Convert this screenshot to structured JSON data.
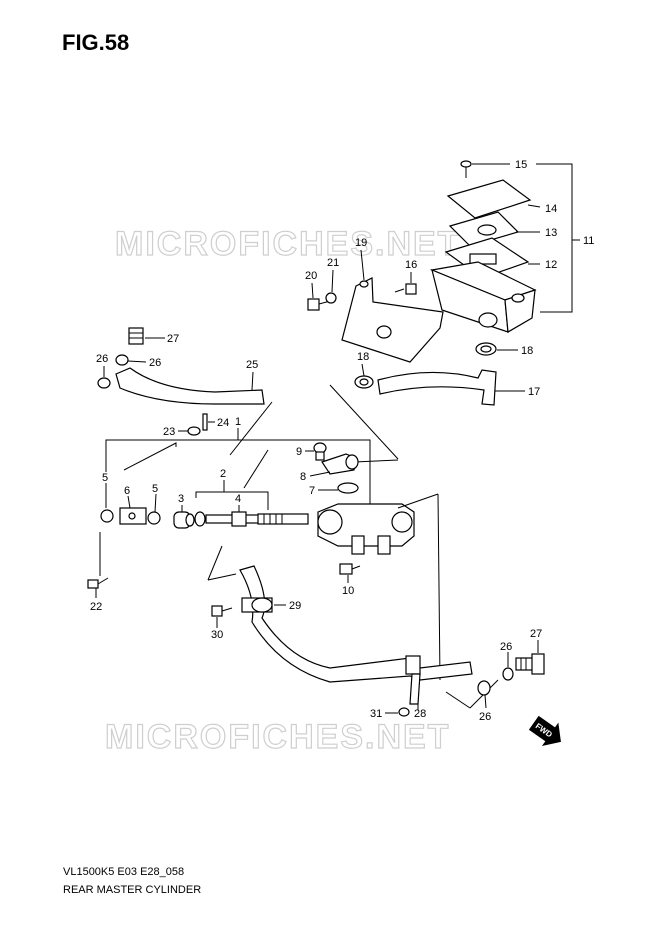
{
  "figure": {
    "title": "FIG.58",
    "model_code": "VL1500K5 E03 E28_058",
    "sheet_title": "REAR MASTER CYLINDER",
    "watermark": "MICROFICHES.NET",
    "fwd_label": "FWD"
  },
  "callouts": {
    "c1": "1",
    "c2": "2",
    "c3": "3",
    "c4": "4",
    "c5a": "5",
    "c5b": "5",
    "c6": "6",
    "c7": "7",
    "c8": "8",
    "c9": "9",
    "c10": "10",
    "c11": "11",
    "c12": "12",
    "c13": "13",
    "c14": "14",
    "c15": "15",
    "c16": "16",
    "c17": "17",
    "c18a": "18",
    "c18b": "18",
    "c19": "19",
    "c20": "20",
    "c21": "21",
    "c22": "22",
    "c23": "23",
    "c24": "24",
    "c25": "25",
    "c26a": "26",
    "c26b": "26",
    "c26c": "26",
    "c26d": "26",
    "c27a": "27",
    "c27b": "27",
    "c28": "28",
    "c29": "29",
    "c30": "30",
    "c31": "31"
  },
  "colors": {
    "ink": "#000000",
    "watermark": "#cfcfcf",
    "paper": "#ffffff"
  }
}
